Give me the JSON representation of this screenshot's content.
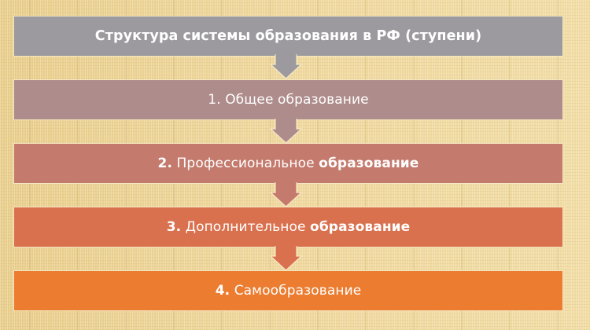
{
  "diagram": {
    "title": "Структура системы образования в РФ (ступени)",
    "colors": {
      "background": "#eccf8e",
      "title_box": "#9c9a9e",
      "border": "#f6e7c2",
      "text": "#ffffff"
    },
    "steps": [
      {
        "number": "",
        "label_plain": "1. Общее образование",
        "label_bold_suffix": "",
        "color": "#ae8c8b"
      },
      {
        "number": "2.",
        "label_plain": " Профессиональное ",
        "label_bold_suffix": "образование",
        "color": "#c47a6d"
      },
      {
        "number": "3.",
        "label_plain": " Дополнительное ",
        "label_bold_suffix": "образование",
        "color": "#d9714e"
      },
      {
        "number": "4.",
        "label_plain": " Самообразование",
        "label_bold_suffix": "",
        "color": "#ec7c30"
      }
    ],
    "arrows": [
      {
        "from": "title",
        "to": "step-1",
        "color": "#9c9a9e",
        "icon": "arrow-down-icon"
      },
      {
        "from": "step-1",
        "to": "step-2",
        "color": "#ae8c8b",
        "icon": "arrow-down-icon"
      },
      {
        "from": "step-2",
        "to": "step-3",
        "color": "#c47a6d",
        "icon": "arrow-down-icon"
      },
      {
        "from": "step-3",
        "to": "step-4",
        "color": "#d9714e",
        "icon": "arrow-down-icon"
      }
    ]
  }
}
